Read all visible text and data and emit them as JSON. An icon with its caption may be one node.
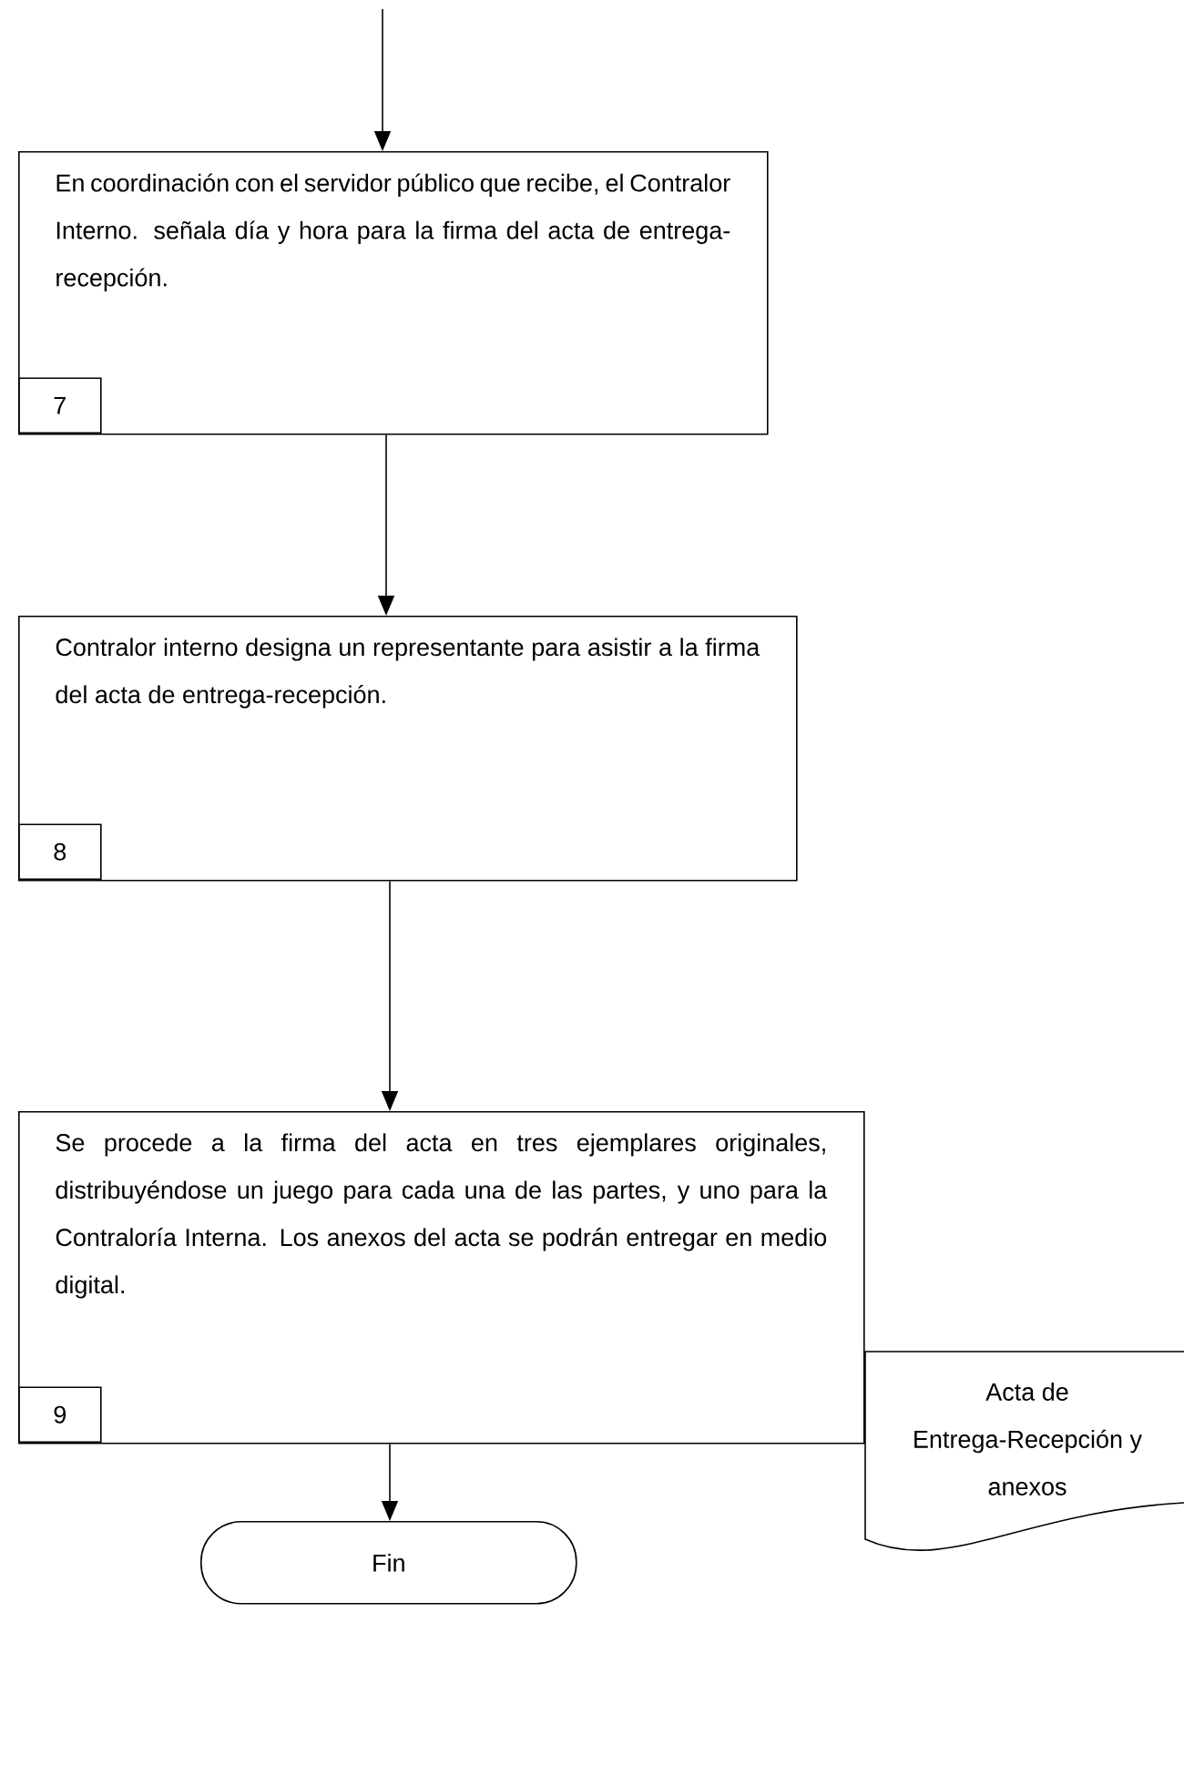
{
  "diagram": {
    "nodes": [
      {
        "text": [
          "En coordinación con el servidor público que recibe, el Contralor Interno. señala día y hora para la firma del acta de entrega-recepción.",
          "7"
        ]
      },
      {
        "text": [
          "Contralor interno designa un representante para asistir a la firma del acta de entrega-recepción.",
          "8"
        ]
      },
      {
        "text": [
          "Se procede a la firma del acta en tres ejemplares originales, distribuyéndose un juego para cada una de las partes, y uno para la Contraloría Interna. Los anexos del acta se podrán entregar en medio digital.",
          "9"
        ]
      },
      {
        "text": [
          "Acta de Entrega-Recepción y anexos"
        ]
      },
      {
        "text": [
          "Fin"
        ]
      }
    ],
    "edges": [
      {
        "from": null,
        "to": 0,
        "arrow": "to"
      },
      {
        "from": 0,
        "to": 1,
        "arrow": "to"
      },
      {
        "from": 1,
        "to": 2,
        "arrow": "to"
      },
      {
        "from": 2,
        "to": 4,
        "arrow": "to"
      }
    ]
  }
}
